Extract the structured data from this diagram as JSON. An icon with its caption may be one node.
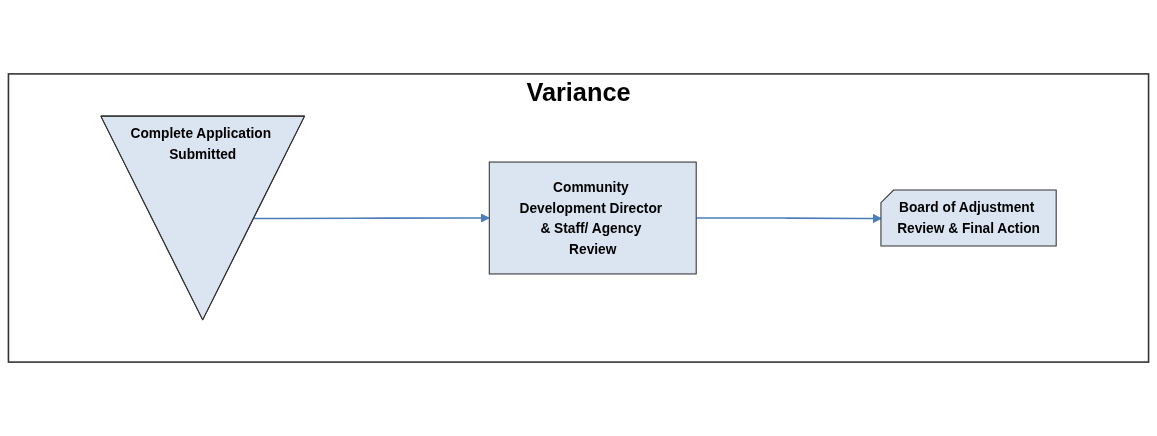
{
  "diagram": {
    "nodes": [
      {
        "text": [
          "Variance"
        ]
      },
      {
        "text": [
          "Complete Application Submitted"
        ],
        "in": 0
      },
      {
        "text": [
          "Community Development Director & Staff/ Agency Review"
        ],
        "in": 0
      },
      {
        "text": [
          "Board of Adjustment Review & Final Action"
        ],
        "in": 0
      }
    ],
    "edges": [
      {
        "from": 1,
        "to": 2,
        "arrow": "to"
      },
      {
        "from": 2,
        "to": 3,
        "arrow": "to"
      }
    ]
  }
}
